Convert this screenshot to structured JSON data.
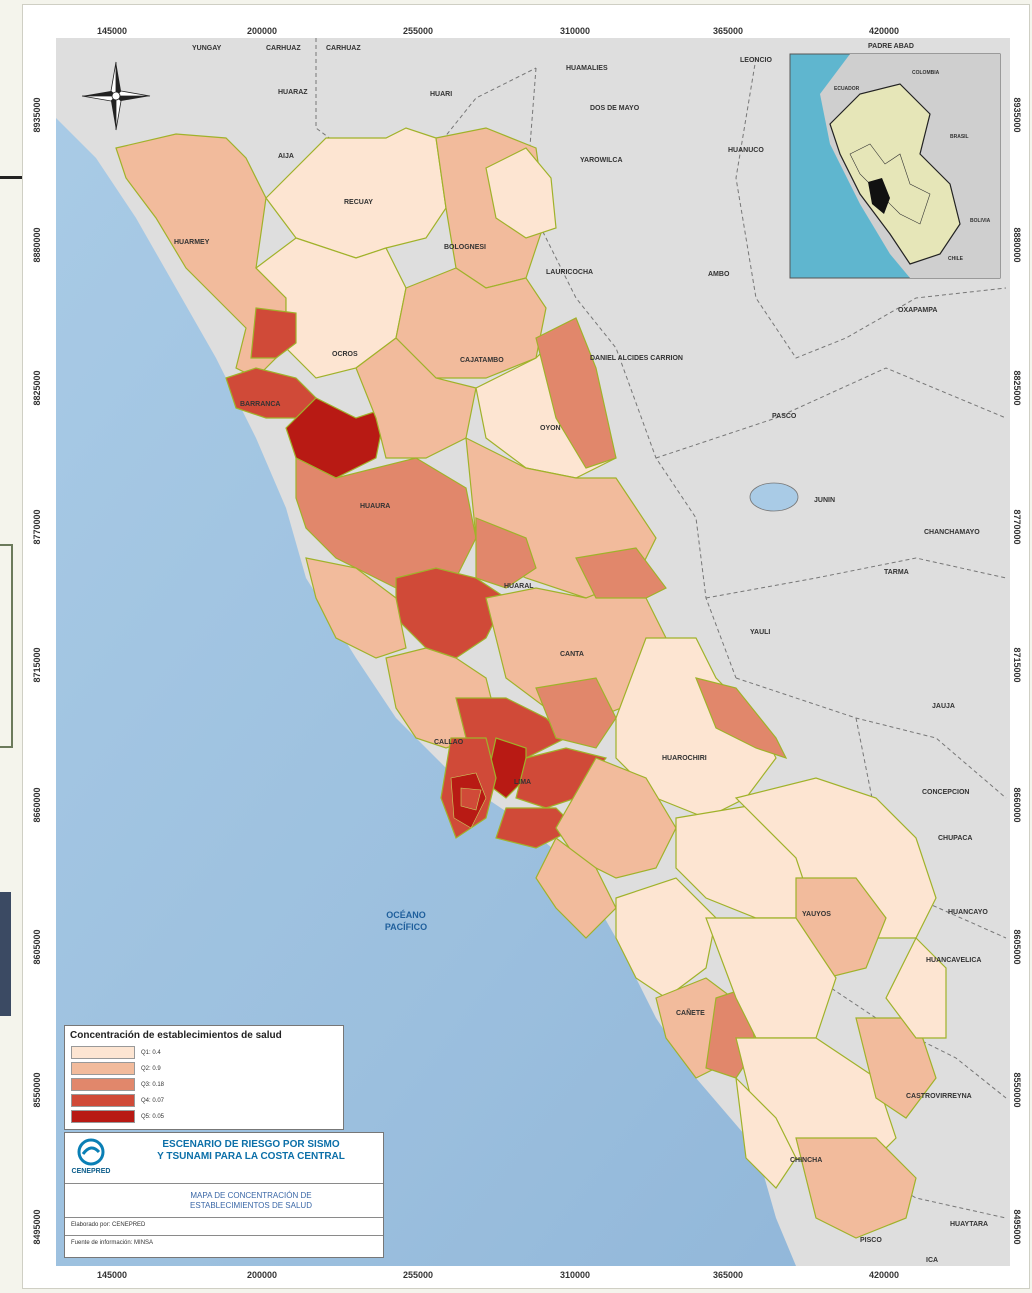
{
  "map": {
    "tick_labels_top": [
      "145000",
      "200000",
      "255000",
      "310000",
      "365000",
      "420000"
    ],
    "tick_labels_bottom": [
      "145000",
      "200000",
      "255000",
      "310000",
      "365000",
      "420000"
    ],
    "tick_labels_left": [
      "8935000",
      "8880000",
      "8825000",
      "8770000",
      "8715000",
      "8660000",
      "8605000",
      "8550000",
      "8495000"
    ],
    "tick_labels_right": [
      "8935000",
      "8880000",
      "8825000",
      "8770000",
      "8715000",
      "8660000",
      "8605000",
      "8550000",
      "8495000"
    ],
    "ocean_label_1": "OCÉANO",
    "ocean_label_2": "PACÍFICO",
    "province_labels": [
      "HUARMEY",
      "RECUAY",
      "BOLOGNESI",
      "OCROS",
      "CAJATAMBO",
      "BARRANCA",
      "OYON",
      "HUAURA",
      "HUARAL",
      "CANTA",
      "CALLAO",
      "LIMA",
      "HUAROCHIRI",
      "YAUYOS",
      "CAÑETE",
      "CHINCHA",
      "PISCO"
    ],
    "outside_labels": [
      "YUNGAY",
      "CARHUAZ",
      "CARHUAZ",
      "HUAMALIES",
      "HUARAZ",
      "HUARI",
      "DOS DE MAYO",
      "AIJA",
      "YAROWILCA",
      "HUANUCO",
      "LAURICOCHA",
      "AMBO",
      "DANIEL ALCIDES CARRION",
      "PASCO",
      "OXAPAMPA",
      "JUNIN",
      "CHANCHAMAYO",
      "TARMA",
      "YAULI",
      "JAUJA",
      "CONCEPCION",
      "CHUPACA",
      "HUANCAYO",
      "HUANCAVELICA",
      "CASTROVIRREYNA",
      "HUAYTARA",
      "ICA",
      "LEONCIO",
      "PADRE ABAD"
    ],
    "inset_labels": [
      "COLOMBIA",
      "ECUADOR",
      "BRASIL",
      "BOLIVIA",
      "CHILE"
    ]
  },
  "legend": {
    "title": "Concentración de establecimientos de salud",
    "items": [
      {
        "label": "Q1: 0.4",
        "color": "#fde5d2"
      },
      {
        "label": "Q2: 0.9",
        "color": "#f2bb9c"
      },
      {
        "label": "Q3: 0.18",
        "color": "#e1876b"
      },
      {
        "label": "Q4: 0.07",
        "color": "#d04a38"
      },
      {
        "label": "Q5: 0.05",
        "color": "#b81a14"
      }
    ]
  },
  "title_block": {
    "logo_text": "CENEPRED",
    "heading_1": "ESCENARIO DE RIESGO POR SISMO",
    "heading_2": "Y TSUNAMI PARA LA COSTA CENTRAL",
    "subtitle_1": "MAPA DE CONCENTRACIÓN DE",
    "subtitle_2": "ESTABLECIMIENTOS DE SALUD",
    "elaborated_by": "Elaborado por: CENEPRED",
    "source": "Fuente de información: MINSA"
  },
  "colors": {
    "ocean": "#9fc3e0",
    "land_outside": "#dcdcdc",
    "boundary": "#9aae2c"
  }
}
